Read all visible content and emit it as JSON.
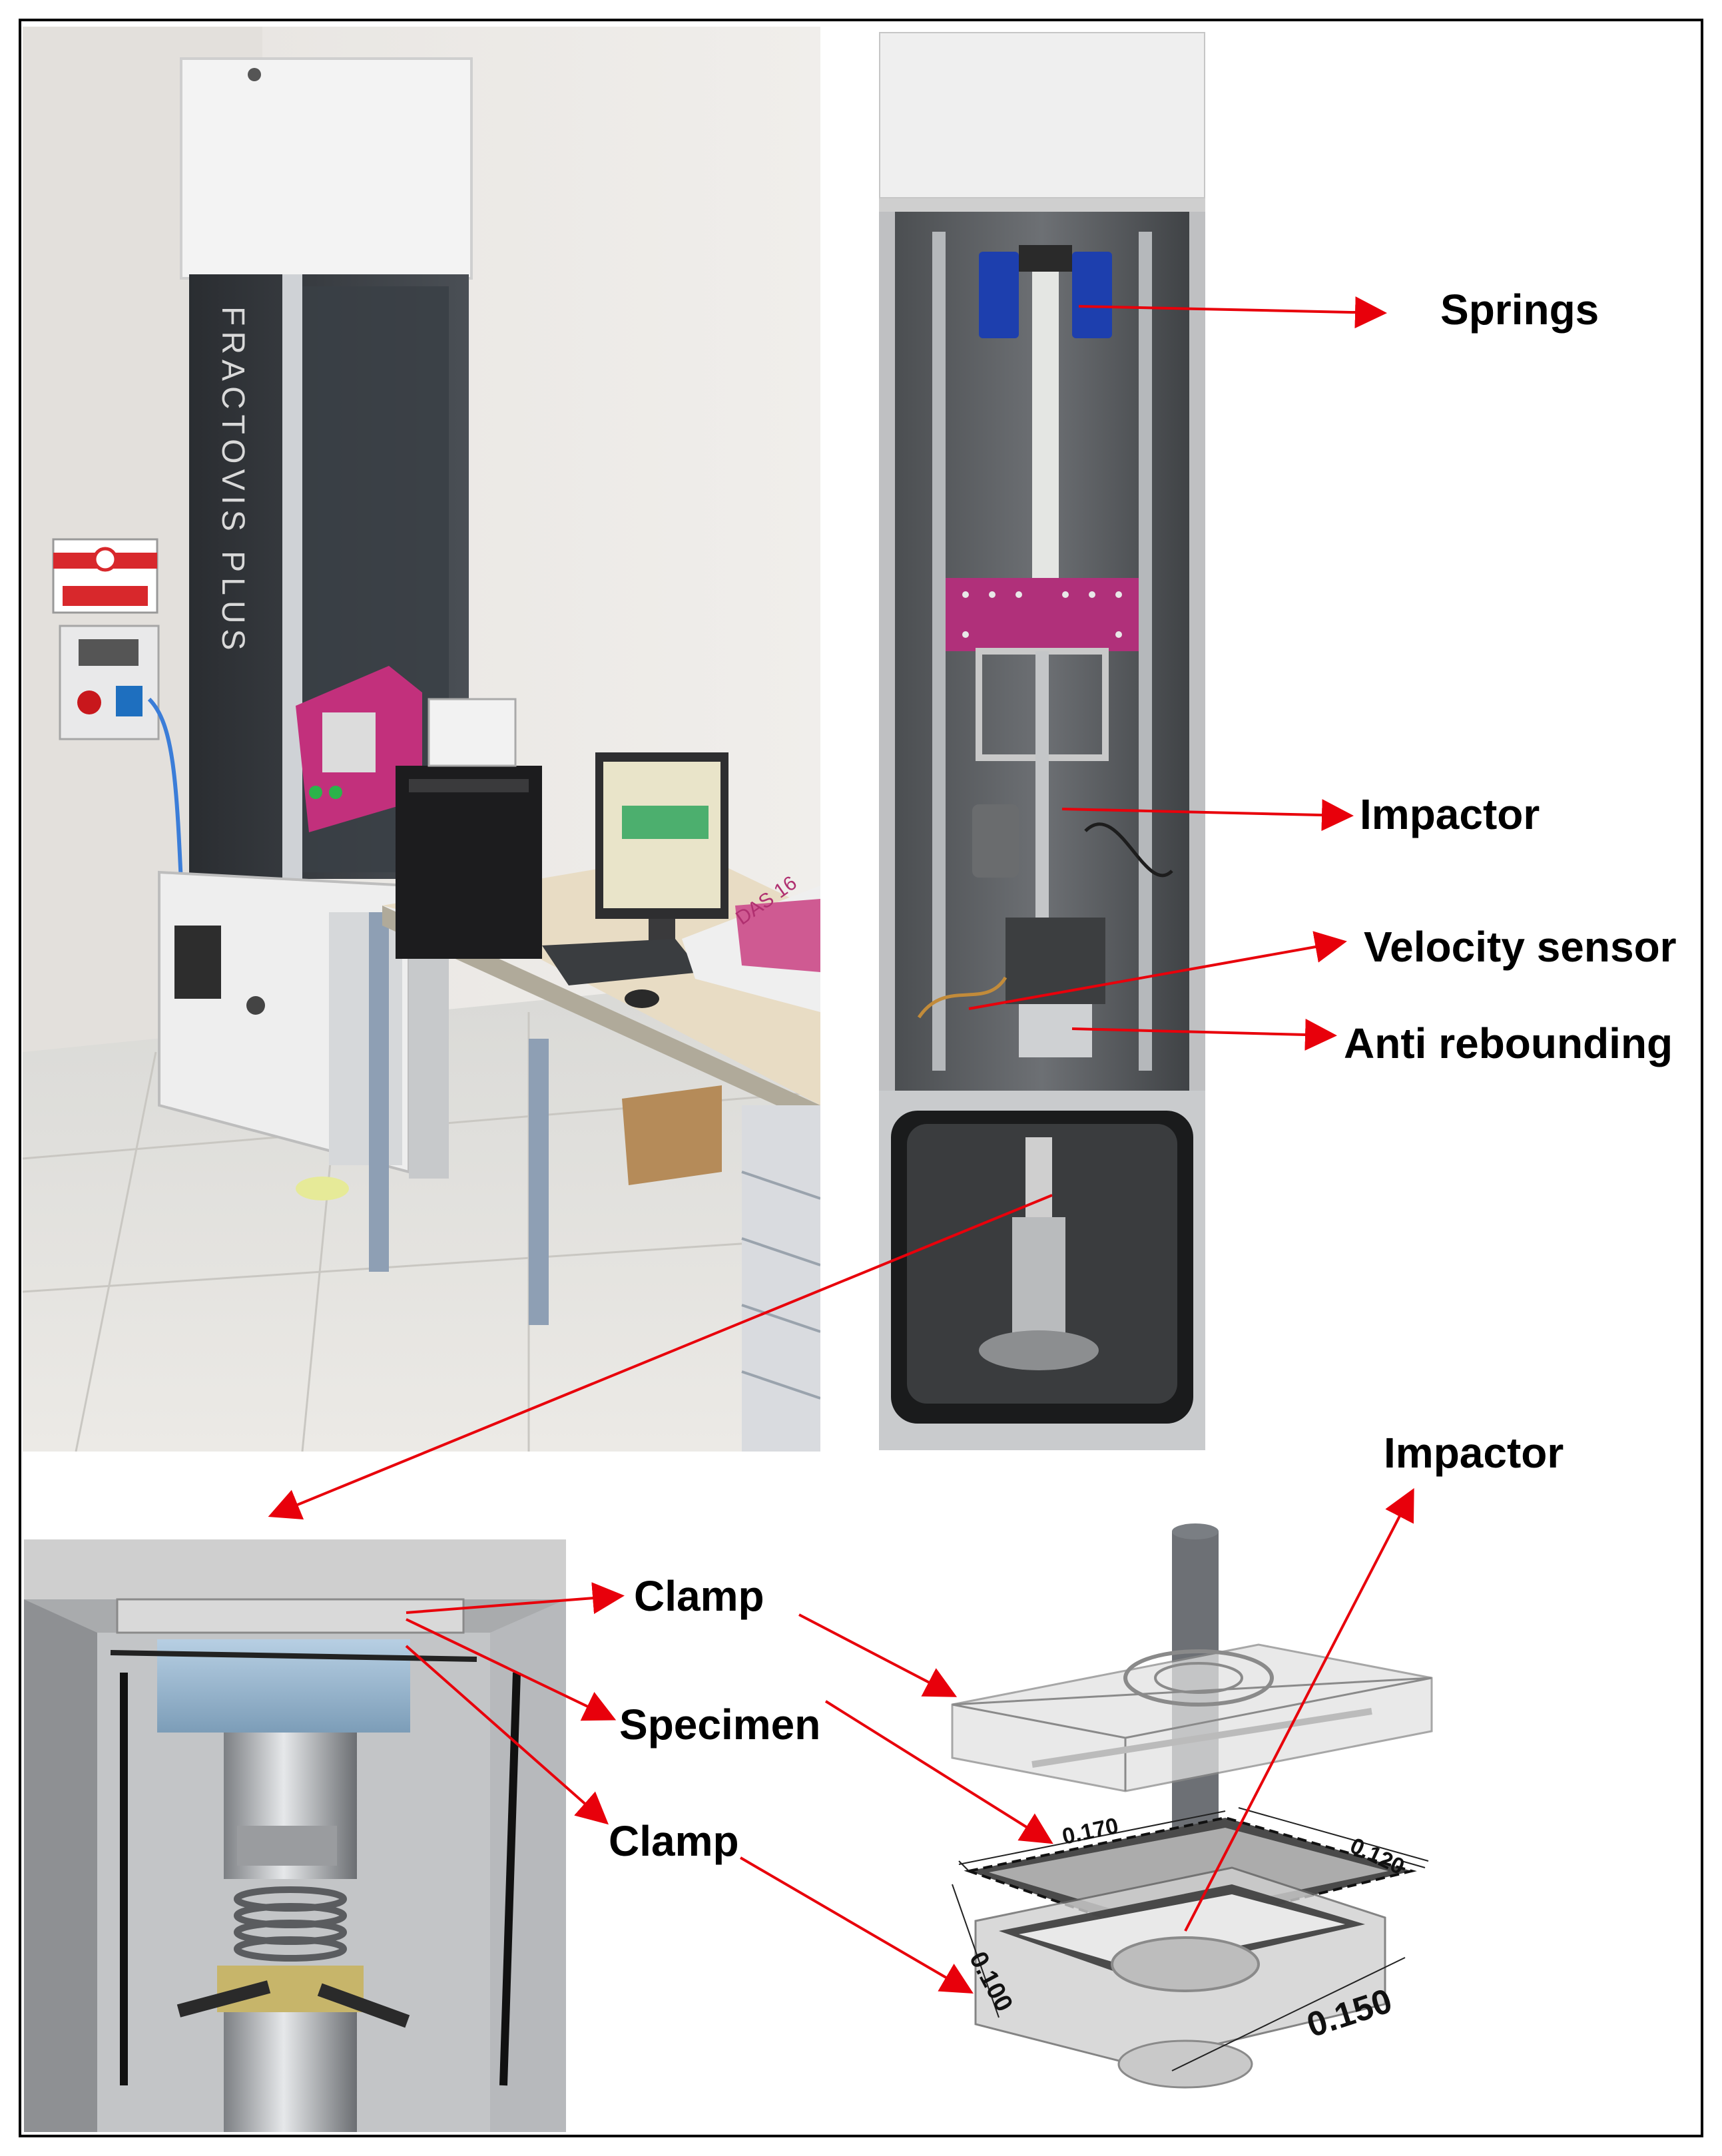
{
  "machine_photo": {
    "column_text": "FRACTOVIS PLUS",
    "sign_icon": "no-entry-icon",
    "box_text": "DAS 16"
  },
  "interior_labels": {
    "springs": "Springs",
    "impactor": "Impactor",
    "velocity_sensor": "Velocity sensor",
    "anti_rebounding": "Anti rebounding"
  },
  "fixture_labels": {
    "clamp_top": "Clamp",
    "specimen": "Specimen",
    "clamp_bottom": "Clamp"
  },
  "cad_labels": {
    "impactor": "Impactor",
    "dim_170": "0.170",
    "dim_120": "0.120",
    "dim_100": "0.100",
    "dim_150": "0.150"
  },
  "colors": {
    "arrow": "#e8000b",
    "frame": "#000000",
    "cabinet": "#dcdcdc",
    "pink_panel": "#c2307c"
  }
}
